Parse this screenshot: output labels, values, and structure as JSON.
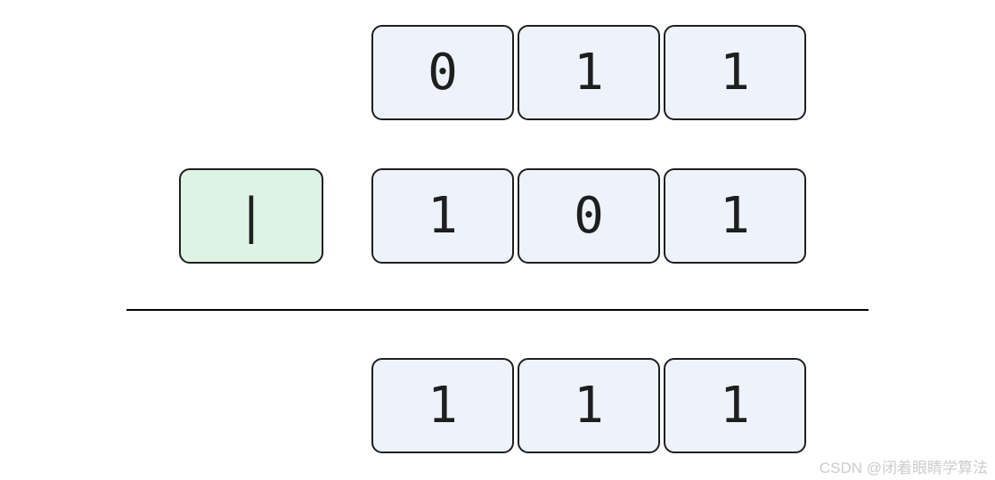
{
  "diagram": {
    "title_semantic": "bitwise-or-operation",
    "operator": {
      "symbol": "|",
      "meaning": "bitwise-or"
    },
    "operand_a": {
      "bits": [
        "0",
        "1",
        "1"
      ]
    },
    "operand_b": {
      "bits": [
        "1",
        "0",
        "1"
      ]
    },
    "result": {
      "bits": [
        "1",
        "1",
        "1"
      ]
    },
    "colors": {
      "cell_fill": "#edf2fb",
      "operator_fill": "#ddf3e4",
      "stroke": "#1e1e1e",
      "text": "#1e1e1e",
      "divider": "#000000",
      "watermark_text_color": "#cccccc",
      "background": "#ffffff"
    }
  },
  "watermark": {
    "text": "CSDN @闭着眼睛学算法"
  }
}
